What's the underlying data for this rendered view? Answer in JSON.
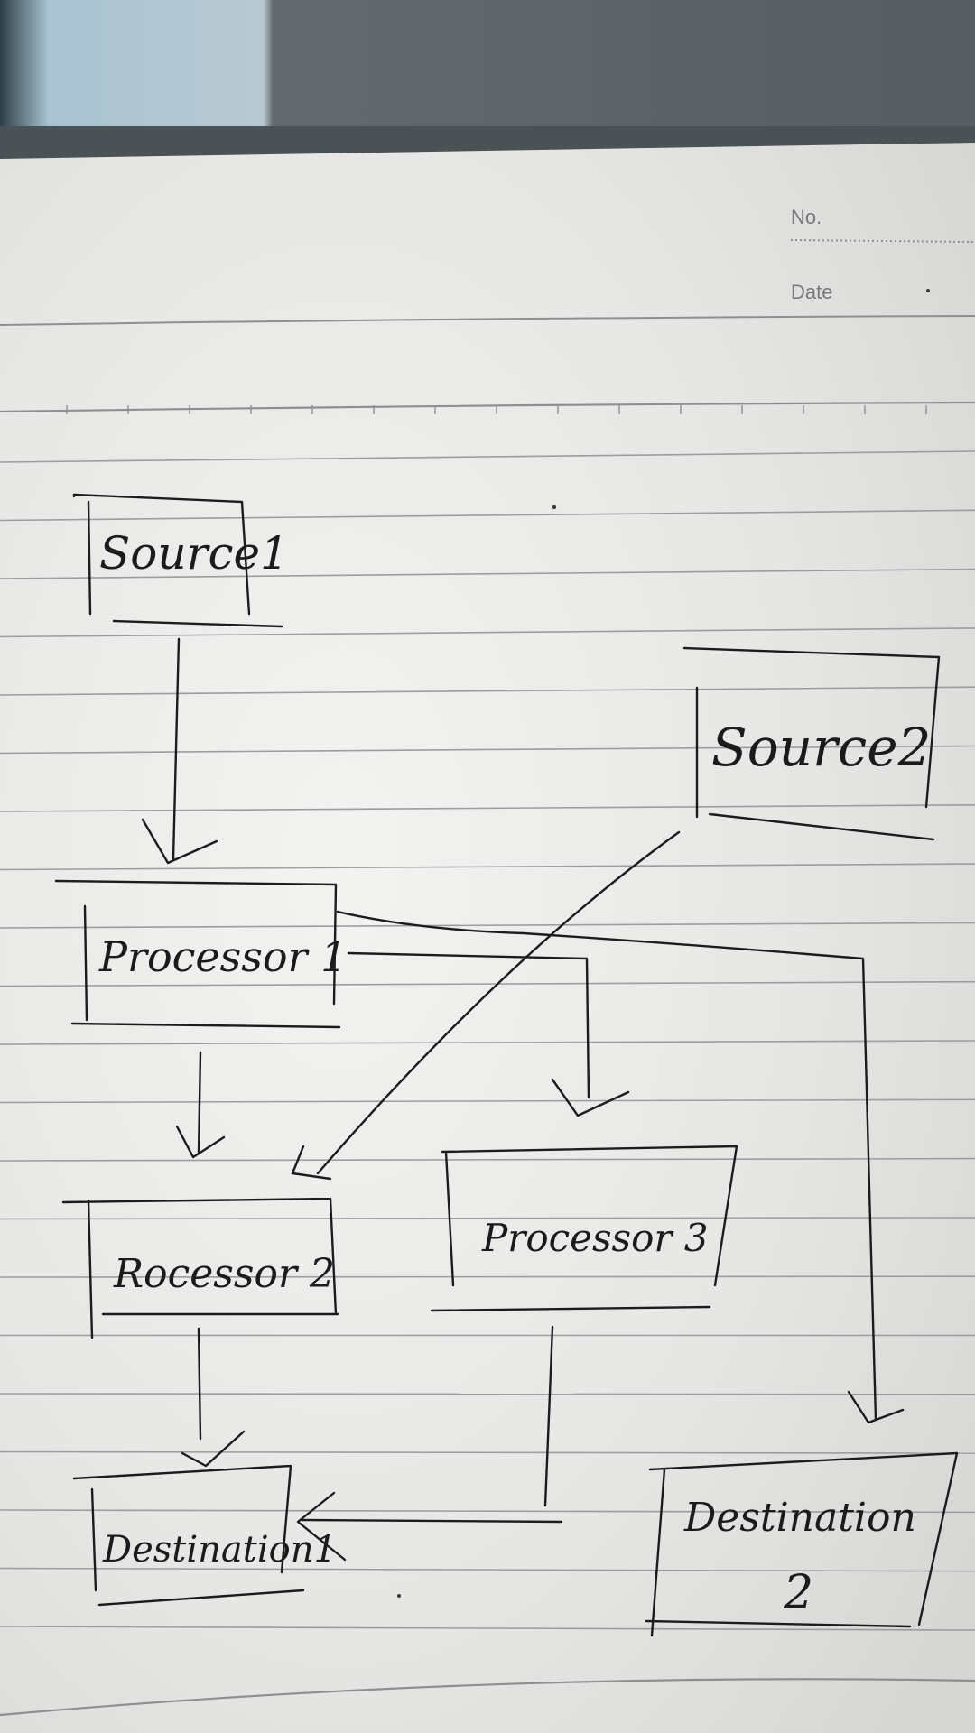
{
  "header": {
    "no_label": "No.",
    "date_label": "Date"
  },
  "nodes": {
    "source1": "Source1",
    "source2": "Source2",
    "processor1": "Processor 1",
    "processor2": "Rocessor 2",
    "processor3": "Processor 3",
    "destination1": "Destination1",
    "destination2_line1": "Destination",
    "destination2_line2": "2"
  },
  "colors": {
    "paper": "#e9e9e7",
    "ink": "#1c1c1c",
    "rule": "#9b9da0",
    "background": "#5b6165"
  }
}
